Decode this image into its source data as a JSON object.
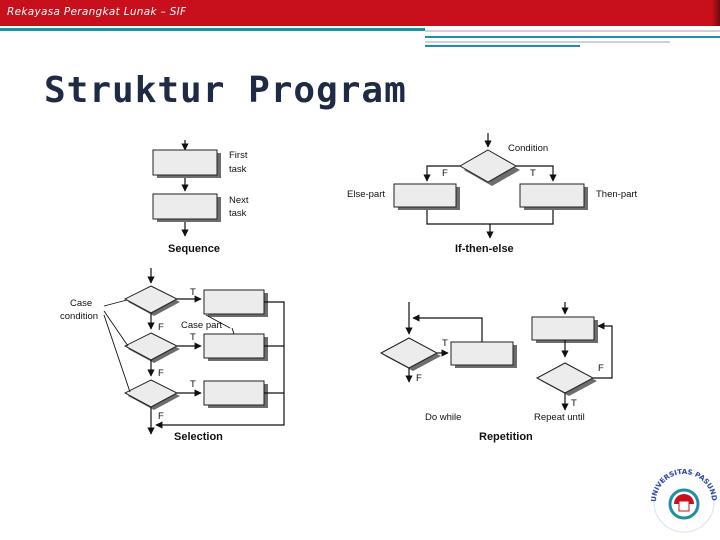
{
  "header": {
    "text": "Rekayasa Perangkat Lunak – SIF"
  },
  "title": "Struktur Program",
  "colors": {
    "header_bar": "#c8101c",
    "accent_teal": "#1f8fa6",
    "title": "#1f2a44"
  },
  "sequence": {
    "first_label_1": "First",
    "first_label_2": "task",
    "next_label_1": "Next",
    "next_label_2": "task",
    "caption": "Sequence"
  },
  "if_then_else": {
    "condition": "Condition",
    "f": "F",
    "t": "T",
    "else_part": "Else-part",
    "then_part": "Then-part",
    "caption": "If-then-else"
  },
  "selection": {
    "case_condition_1": "Case",
    "case_condition_2": "condition",
    "t1": "T",
    "f1": "F",
    "case_part": "Case  part",
    "t2": "T",
    "f2": "F",
    "t3": "T",
    "f3": "F",
    "caption": "Selection"
  },
  "repetition": {
    "t_while": "T",
    "f_while": "F",
    "do_while": "Do   while",
    "f_until": "F",
    "t_until": "T",
    "repeat_until": "Repeat  until",
    "caption": "Repetition"
  },
  "logo": {
    "arc_text": "UNIVERSITAS PASUNDAN"
  }
}
